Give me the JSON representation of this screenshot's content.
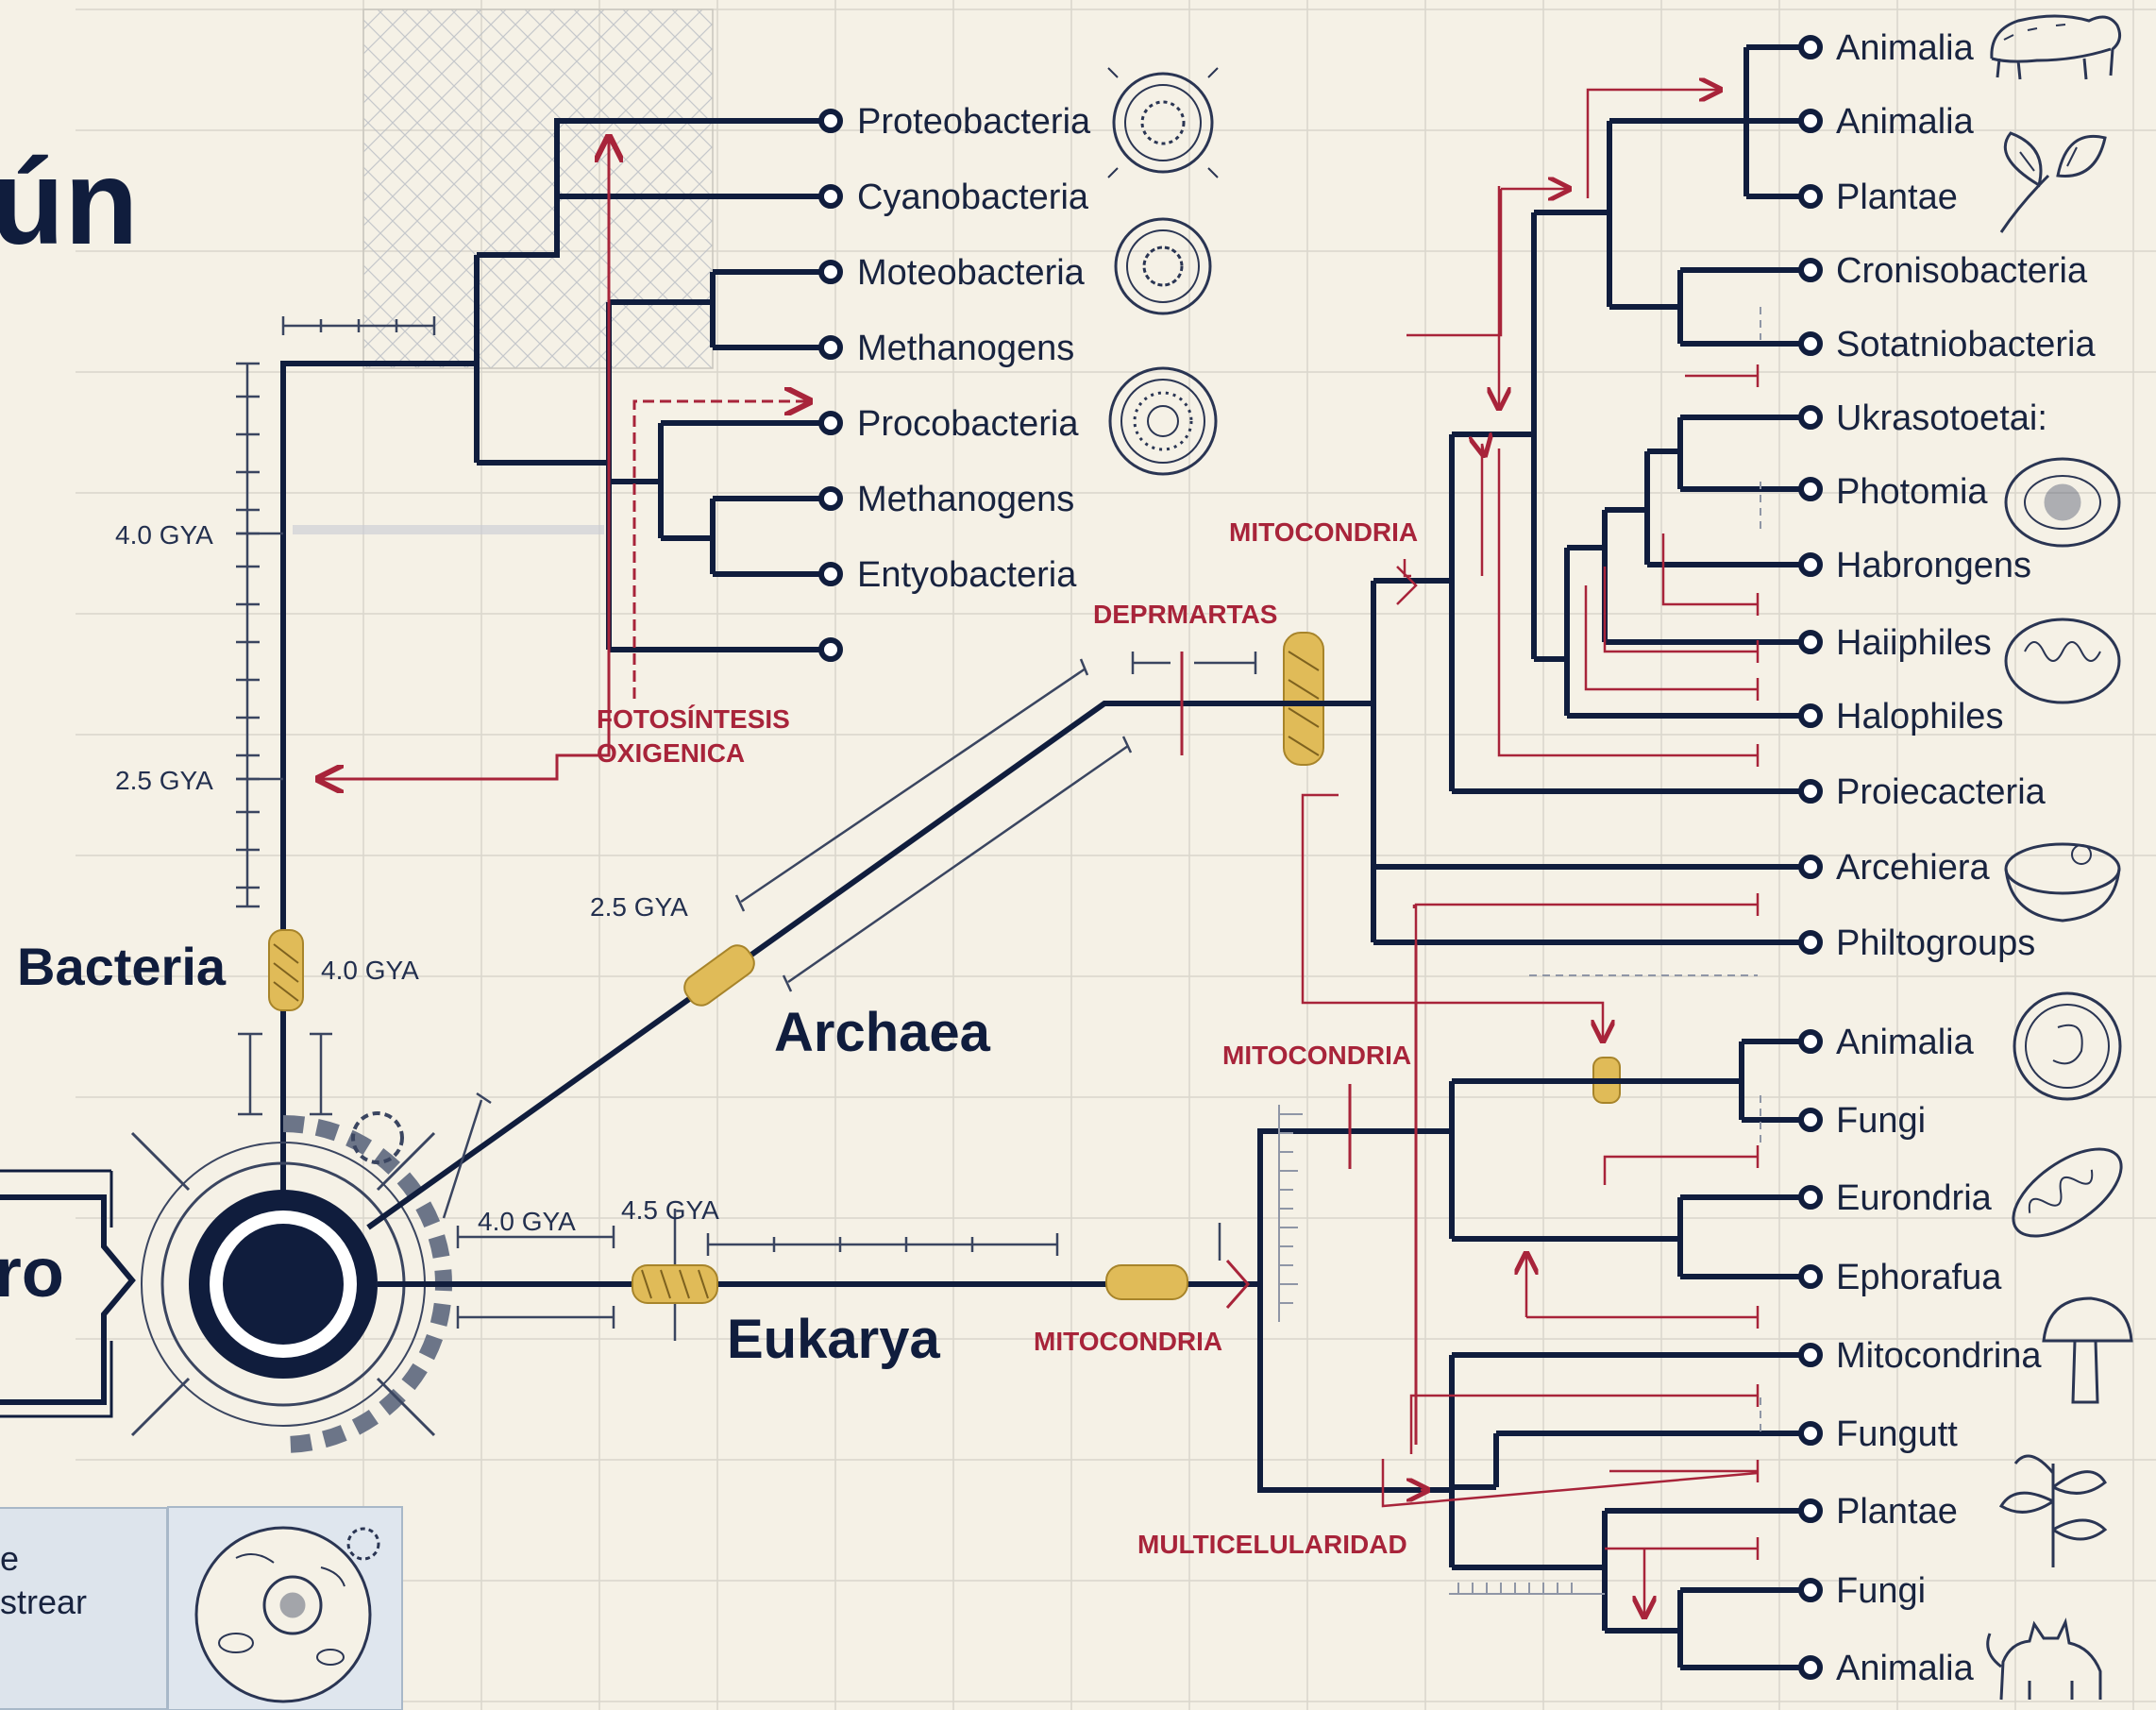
{
  "title_fragment": "ún",
  "center_fragment": "ro",
  "legend": {
    "line1": "e",
    "line2": "strear"
  },
  "domains": {
    "bacteria": "Bacteria",
    "archaea": "Archaea",
    "eukarya": "Eukarya"
  },
  "time_markers": {
    "axis_4_0": "4.0 GYA",
    "axis_2_5": "2.5 GYA",
    "bacteria_4_0": "4.0 GYA",
    "archaea_2_5": "2.5 GYA",
    "eukarya_4_0": "4.0 GYA",
    "eukarya_4_5": "4.5 GYA"
  },
  "events": {
    "photosynthesis_line1": "FOTOSÍNTESIS",
    "photosynthesis_line2": "OXIGENICA",
    "deprmartas": "DEPRMARTAS",
    "mito_upper": "MITOCONDRIA",
    "mito_middle": "MITOCONDRIA",
    "mito_eukarya": "MITOCONDRIA",
    "multicellularity": "MULTICELULARIDAD"
  },
  "bacteria_leaves": [
    "Proteobacteria",
    "Cyanobacteria",
    "Moteobacteria",
    "Methanogens",
    "Procobacteria",
    "Methanogens",
    "Entyobacteria",
    ""
  ],
  "right_upper_leaves": [
    "Animalia",
    "Animalia",
    "Plantae",
    "Cronisobacteria",
    "Sotatniobacteria",
    "Ukrasotoetai:",
    "Photomia",
    "Habrongens",
    "Haiiphiles",
    "Halophiles",
    "Proiecacteria",
    "Arcehiera",
    "Philtogroups"
  ],
  "right_lower_leaves": [
    "Animalia",
    "Fungi",
    "Eurondria",
    "Ephorafua",
    "Mitocondrina",
    "Fungutt",
    "Plantae",
    "Fungi",
    "Animalia"
  ],
  "colors": {
    "ink": "#101d3d",
    "accent": "#a8243a",
    "gold": "#d4a73a",
    "background": "#f5f1e6"
  }
}
